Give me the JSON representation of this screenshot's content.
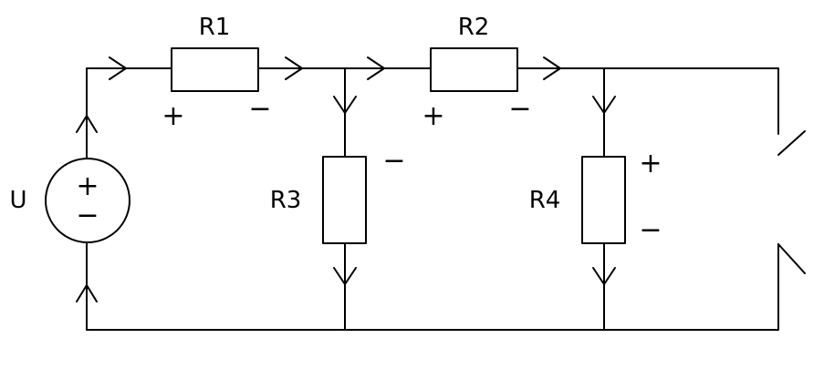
{
  "diagram": {
    "labels": {
      "source": "U",
      "r1": "R1",
      "r2": "R2",
      "r3": "R3",
      "r4": "R4"
    },
    "source_signs": {
      "plus": "+",
      "minus": "−"
    },
    "polarity": {
      "r1_plus": "+",
      "r1_minus": "−",
      "r2_plus": "+",
      "r2_minus": "−",
      "r3_minus": "−",
      "r4_plus": "+",
      "r4_minus": "−"
    },
    "colors": {
      "stroke": "#000000",
      "background": "#ffffff"
    }
  }
}
